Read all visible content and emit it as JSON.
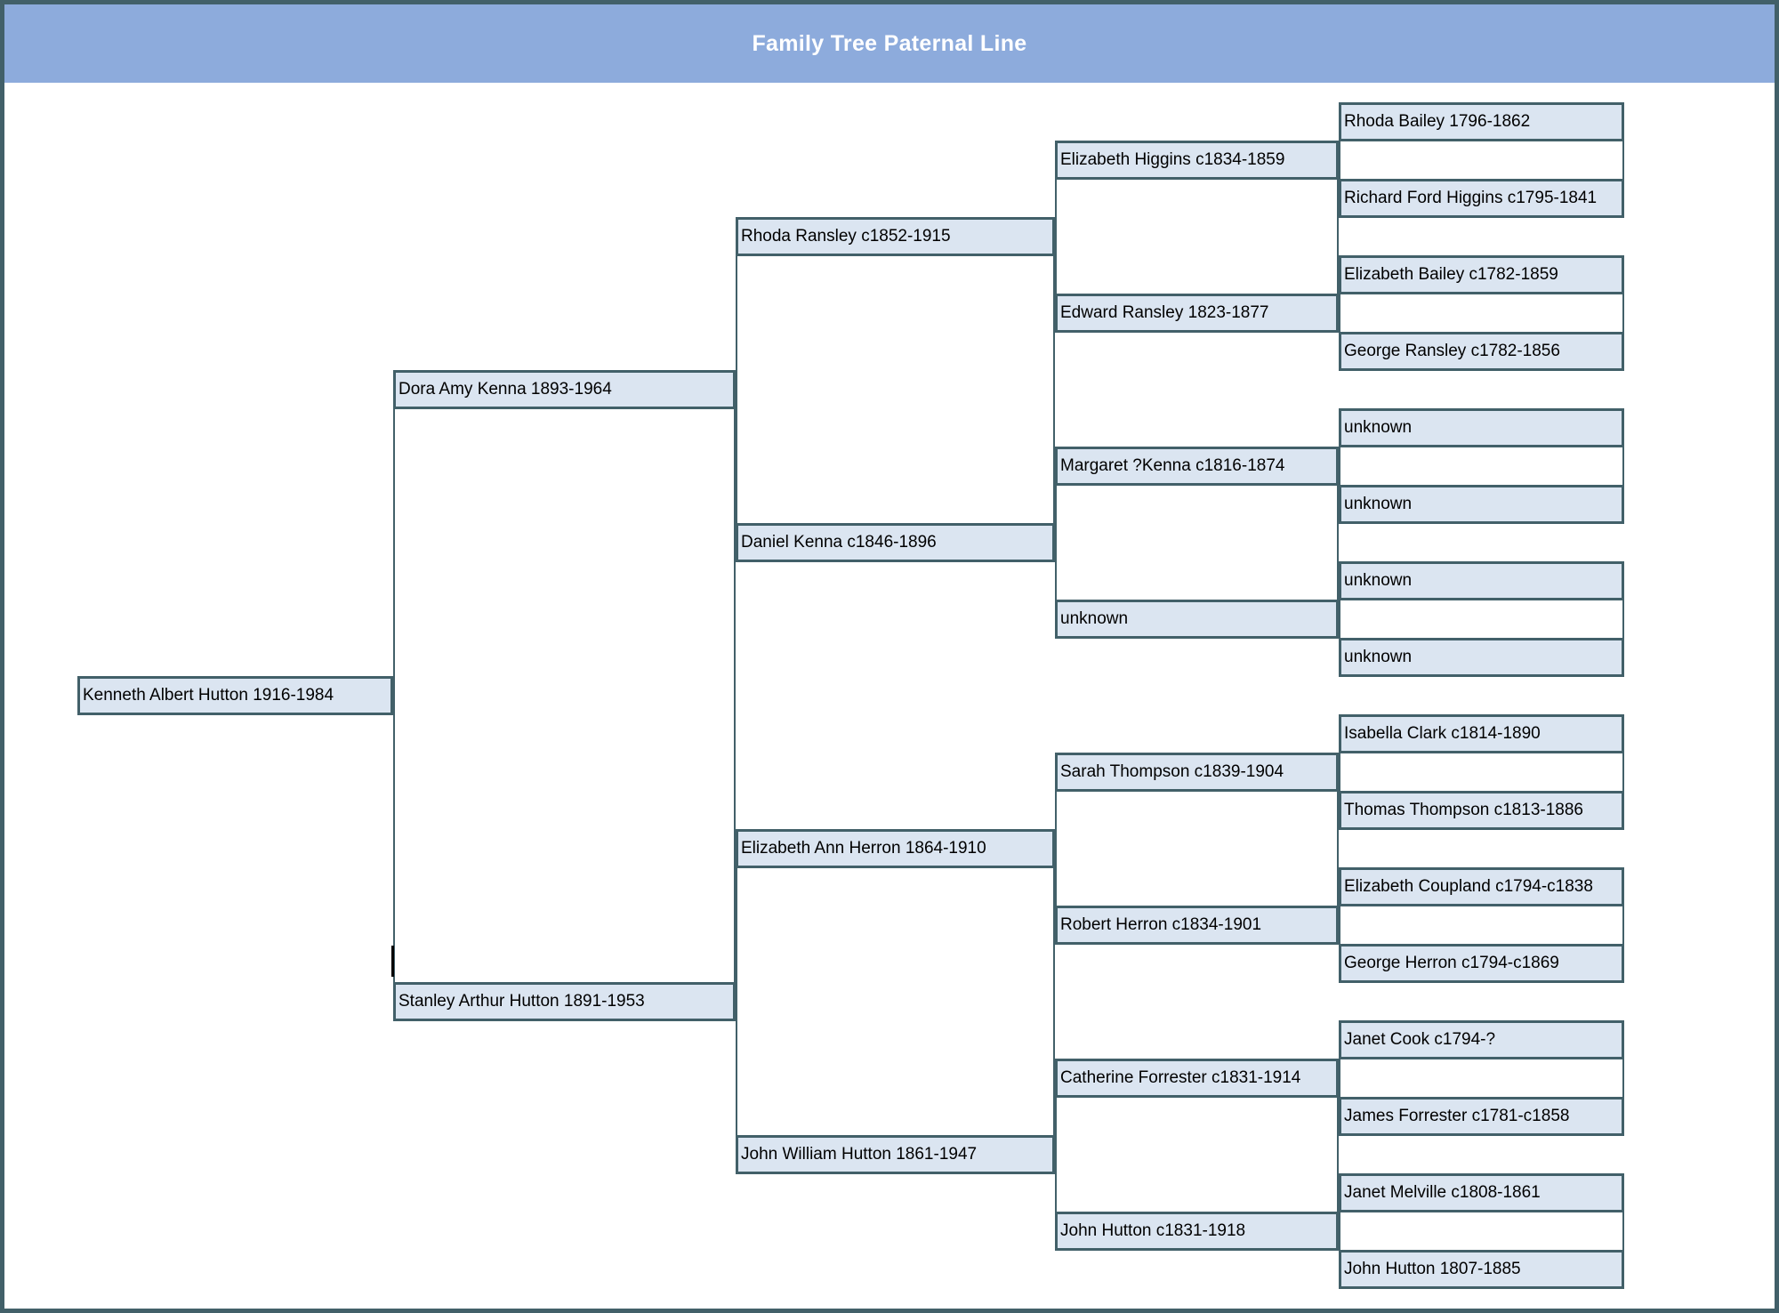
{
  "header": {
    "title": "Family Tree Paternal Line"
  },
  "colors": {
    "header_bg": "#8dabdc",
    "title_color": "#ffffff",
    "box_fill": "#dbe5f1",
    "box_border": "#426069",
    "page_border": "#426069",
    "text_color": "#000000"
  },
  "tree": {
    "name": "Kenneth Albert Hutton 1916-1984",
    "parents": [
      {
        "name": "Dora Amy Kenna 1893-1964",
        "parents": [
          {
            "name": "Rhoda Ransley c1852-1915",
            "parents": [
              {
                "name": "Elizabeth Higgins c1834-1859",
                "parents": [
                  {
                    "name": "Rhoda Bailey 1796-1862"
                  },
                  {
                    "name": "Richard Ford Higgins c1795-1841"
                  }
                ]
              },
              {
                "name": "Edward Ransley 1823-1877",
                "parents": [
                  {
                    "name": "Elizabeth Bailey c1782-1859"
                  },
                  {
                    "name": "George Ransley c1782-1856"
                  }
                ]
              }
            ]
          },
          {
            "name": "Daniel Kenna c1846-1896",
            "parents": [
              {
                "name": "Margaret ?Kenna c1816-1874",
                "parents": [
                  {
                    "name": "unknown"
                  },
                  {
                    "name": "unknown"
                  }
                ]
              },
              {
                "name": "unknown",
                "parents": [
                  {
                    "name": "unknown"
                  },
                  {
                    "name": "unknown"
                  }
                ]
              }
            ]
          }
        ]
      },
      {
        "name": "Stanley Arthur Hutton 1891-1953",
        "parents": [
          {
            "name": "Elizabeth Ann Herron 1864-1910",
            "parents": [
              {
                "name": "Sarah Thompson c1839-1904",
                "parents": [
                  {
                    "name": "Isabella Clark c1814-1890"
                  },
                  {
                    "name": "Thomas Thompson c1813-1886"
                  }
                ]
              },
              {
                "name": "Robert Herron c1834-1901",
                "parents": [
                  {
                    "name": "Elizabeth Coupland c1794-c1838"
                  },
                  {
                    "name": "George Herron c1794-c1869"
                  }
                ]
              }
            ]
          },
          {
            "name": "John William Hutton 1861-1947",
            "parents": [
              {
                "name": "Catherine Forrester c1831-1914",
                "parents": [
                  {
                    "name": "Janet Cook c1794-?"
                  },
                  {
                    "name": "James Forrester c1781-c1858"
                  }
                ]
              },
              {
                "name": "John Hutton c1831-1918",
                "parents": [
                  {
                    "name": "Janet Melville c1808-1861"
                  },
                  {
                    "name": "John Hutton 1807-1885"
                  }
                ]
              }
            ]
          }
        ]
      }
    ]
  }
}
